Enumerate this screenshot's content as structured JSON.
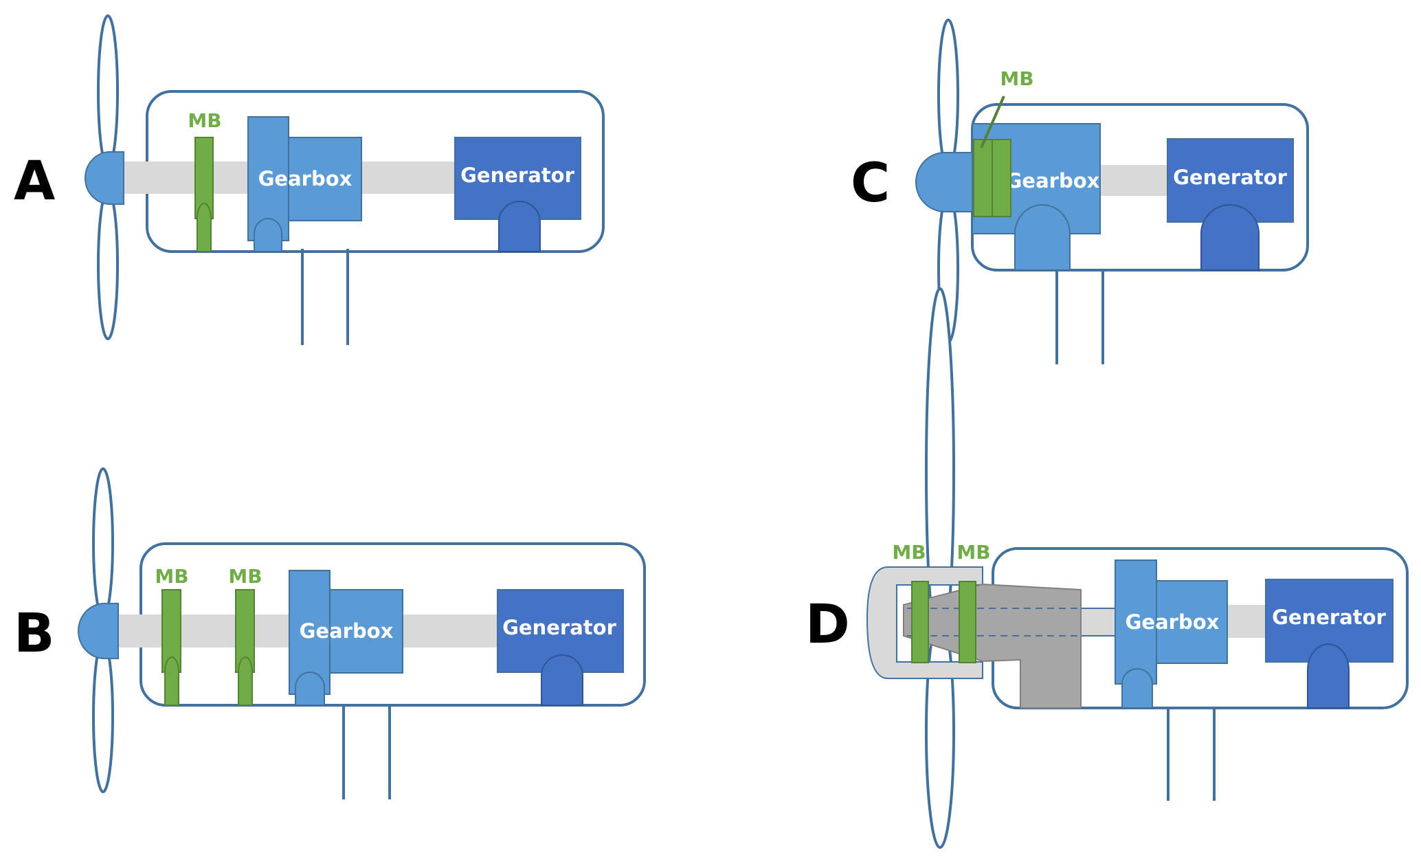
{
  "colors": {
    "outline": "#41719c",
    "blade_fill": "#ffffff",
    "hub": "#5b9bd5",
    "shaft": "#d9d9d9",
    "gearbox": "#5b9bd5",
    "generator": "#4472c4",
    "main_bearing": "#70ad47",
    "main_bearing_stroke": "#548235",
    "label_green": "#70ad47",
    "frame_light": "#d9d9d9",
    "frame_dark": "#a6a6a6"
  },
  "panels": [
    {
      "letter": "A",
      "gearbox_label": "Gearbox",
      "generator_label": "Generator",
      "mb_labels": [
        "MB"
      ]
    },
    {
      "letter": "B",
      "gearbox_label": "Gearbox",
      "generator_label": "Generator",
      "mb_labels": [
        "MB",
        "MB"
      ]
    },
    {
      "letter": "C",
      "gearbox_label": "Gearbox",
      "generator_label": "Generator",
      "mb_labels": [
        "MB"
      ]
    },
    {
      "letter": "D",
      "gearbox_label": "Gearbox",
      "generator_label": "Generator",
      "mb_labels": [
        "MB",
        "MB"
      ]
    }
  ]
}
